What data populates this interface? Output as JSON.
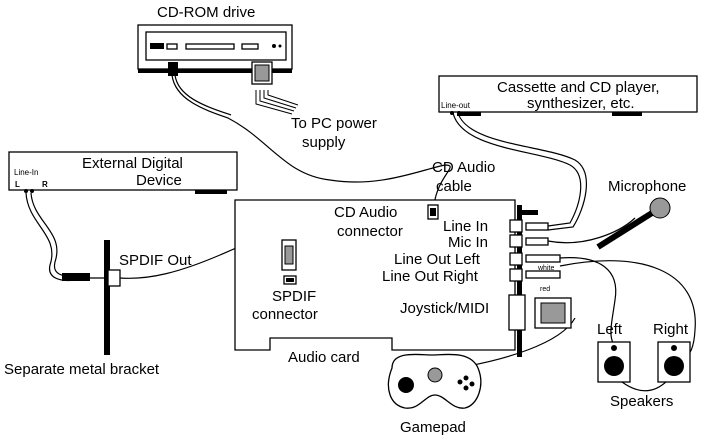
{
  "labels": {
    "cdrom": "CD-ROM drive",
    "player_line1": "Cassette and CD player,",
    "player_line2": "synthesizer, etc.",
    "player_lineout": "Line-out",
    "power_line1": "To PC power",
    "power_line2": "supply",
    "ext_line1": "External Digital",
    "ext_line2": "Device",
    "ext_linein": "Line-In",
    "ext_L": "L",
    "ext_R": "R",
    "cdcable_line1": "CD Audio",
    "cdcable_line2": "cable",
    "microphone": "Microphone",
    "cdconn_line1": "CD Audio",
    "cdconn_line2": "connector",
    "line_in": "Line In",
    "mic_in": "Mic In",
    "line_out_left": "Line Out Left",
    "line_out_right": "Line Out Right",
    "white": "white",
    "red": "red",
    "spdif_out": "SPDIF Out",
    "spdif_conn_line1": "SPDIF",
    "spdif_conn_line2": "connector",
    "joystick": "Joystick/MIDI",
    "audio_card": "Audio card",
    "bracket": "Separate metal bracket",
    "left": "Left",
    "right": "Right",
    "speakers": "Speakers",
    "gamepad": "Gamepad"
  }
}
